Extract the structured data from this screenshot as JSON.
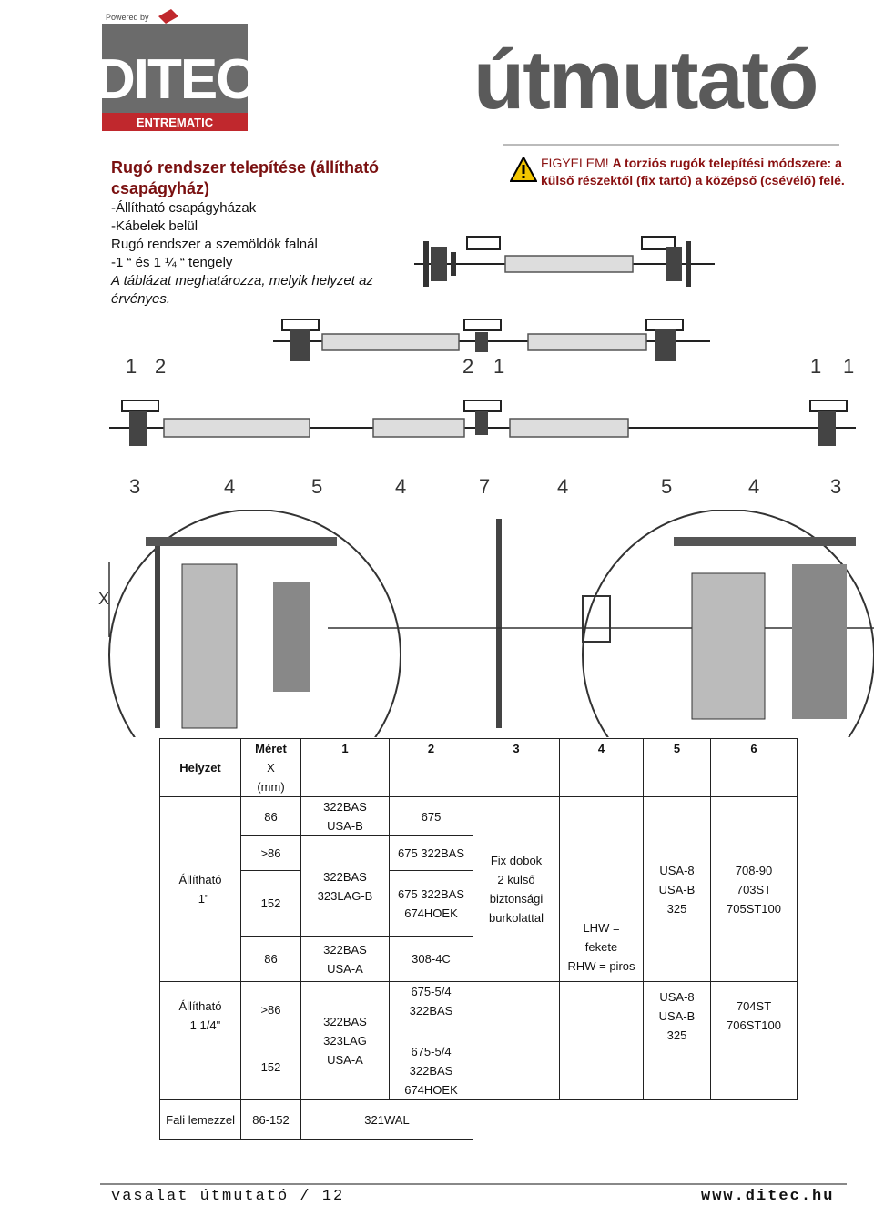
{
  "logo": {
    "powered_by": "Powered by",
    "brand": "DITEC",
    "sub_brand": "ENTREMATIC"
  },
  "title": "útmutató",
  "left_section": {
    "heading": "Rugó rendszer telepítése (állítható csapágyház)",
    "lines": [
      "-Állítható csapágyházak",
      "-Kábelek belül",
      "Rugó rendszer a szemöldök falnál",
      "-1 “ és  1 ¼ “ tengely"
    ],
    "note": "A táblázat meghatározza, melyik helyzet az érvényes."
  },
  "warning": {
    "label": "FIGYELEM!",
    "text": "A torziós rugók telepítési módszere: a külső részektől (fix tartó) a középső (csévélő) felé."
  },
  "diagram_labels": {
    "top": [
      "1",
      "2",
      "2",
      "1",
      "1",
      "1"
    ],
    "bottom": [
      "3",
      "4",
      "5",
      "4",
      "7",
      "4",
      "5",
      "4",
      "3"
    ],
    "dimension": "X"
  },
  "table": {
    "header": {
      "helyzet": "Helyzet",
      "meret": "Méret",
      "x": "X",
      "mm": "(mm)",
      "cols": [
        "1",
        "2",
        "3",
        "4",
        "5",
        "6"
      ]
    },
    "group1": {
      "label1": "Állítható",
      "label2": "1\"",
      "row_a": {
        "size": "86",
        "c1a": "322BAS",
        "c1b": "USA-B",
        "c2": "675"
      },
      "row_b": {
        "size": ">86",
        "c2": "675 322BAS"
      },
      "row_c": {
        "size": "152",
        "c1a": "322BAS",
        "c1b": "323LAG-B",
        "c2a": "675 322BAS",
        "c2b": "674HOEK"
      },
      "row_d": {
        "size": "86",
        "c1a": "322BAS",
        "c1b": "USA-A",
        "c2": "308-4C"
      },
      "c3": [
        "Fix dobok",
        "2 külső",
        "biztonsági",
        "burkolattal"
      ],
      "c4": [
        "LHW =",
        "fekete",
        "RHW = piros"
      ],
      "c5": [
        "USA-8",
        "USA-B",
        "325"
      ],
      "c6": [
        "708-90",
        "703ST",
        "705ST100"
      ]
    },
    "group2": {
      "label1": "Állítható",
      "label2": "1 1/4\"",
      "size_a": ">86",
      "size_b": "152",
      "c1": [
        "322BAS",
        "323LAG",
        "USA-A"
      ],
      "c2a": [
        "675-5/4",
        "322BAS"
      ],
      "c2b": [
        "675-5/4",
        "322BAS",
        "674HOEK"
      ],
      "c5": [
        "USA-8",
        "USA-B",
        "325"
      ],
      "c6": [
        "704ST",
        "706ST100"
      ]
    },
    "group3": {
      "label": "Fali lemezzel",
      "size": "86-152",
      "c1": "321WAL"
    }
  },
  "footer": {
    "left": "vasalat útmutató / 12",
    "right": "www.ditec.hu"
  }
}
